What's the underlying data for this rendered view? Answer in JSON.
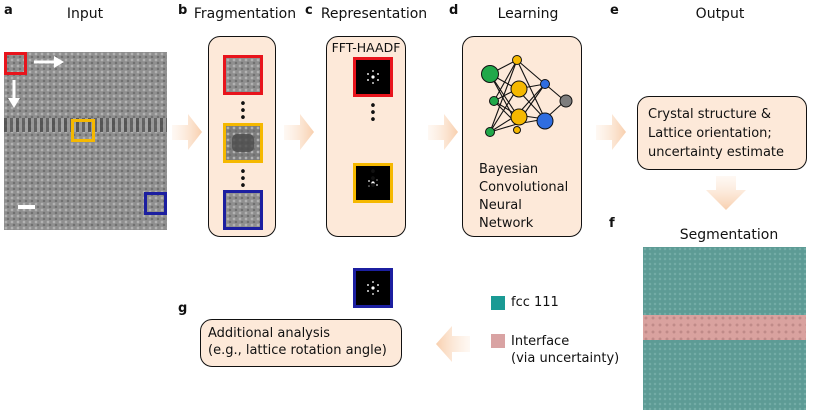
{
  "panels": {
    "a": {
      "label": "a",
      "title": "Input"
    },
    "b": {
      "label": "b",
      "title": "Fragmentation"
    },
    "c": {
      "label": "c",
      "title": "Representation",
      "box_title": "FFT-HAADF"
    },
    "d": {
      "label": "d",
      "title": "Learning",
      "text": [
        "Bayesian",
        "Convolutional",
        "Neural",
        "Network"
      ]
    },
    "e": {
      "label": "e",
      "title": "Output",
      "text": [
        "Crystal structure &",
        "Lattice orientation;",
        "uncertainty estimate"
      ]
    },
    "f": {
      "label": "f",
      "title": "Segmentation"
    },
    "g": {
      "label": "g",
      "text": [
        "Additional analysis",
        "(e.g., lattice rotation angle)"
      ]
    }
  },
  "legend": [
    {
      "label_lines": [
        "fcc 111"
      ],
      "color": "#1a9a94"
    },
    {
      "label_lines": [
        "Interface",
        "(via uncertainty)"
      ],
      "color": "#d9a3a3"
    }
  ],
  "colors": {
    "red": "#e8141c",
    "yellow": "#f5b800",
    "blue": "#1c1fa0",
    "box_fill": "#fde9d9",
    "arrow": "#fad3b3"
  },
  "nn_colors": {
    "green": "#21a84a",
    "yellow": "#f5b800",
    "blue": "#2f6de0",
    "gray": "#7d7d7d"
  }
}
